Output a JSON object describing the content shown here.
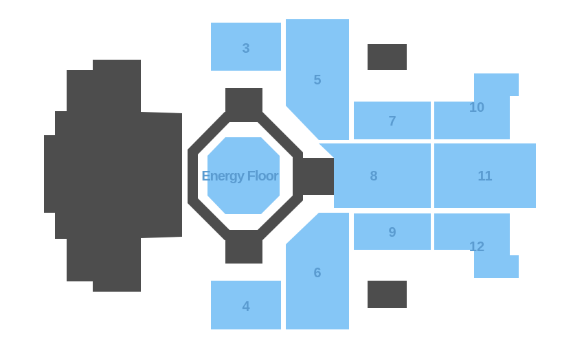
{
  "map": {
    "sections": {
      "s3": "3",
      "s4": "4",
      "s5": "5",
      "s6": "6",
      "s7": "7",
      "s8": "8",
      "s9": "9",
      "s10": "10",
      "s11": "11",
      "s12": "12",
      "energy_floor": "Energy Floor"
    },
    "colors": {
      "section": "#85c6f6",
      "label": "#5a9bd0",
      "structure": "#4d4d4d",
      "background": "#ffffff"
    }
  }
}
